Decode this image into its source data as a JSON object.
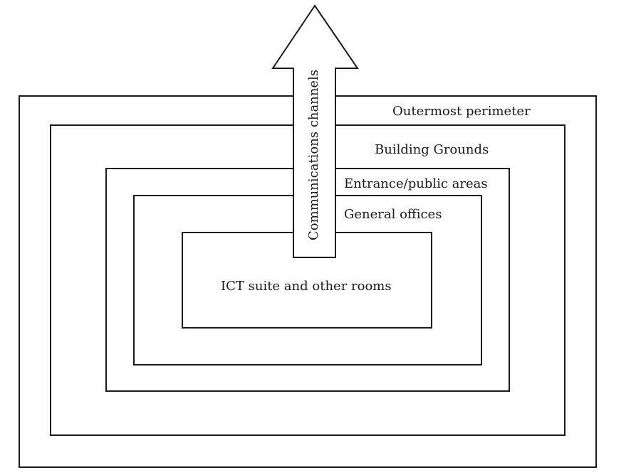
{
  "diagram": {
    "layers": [
      {
        "id": "outermost",
        "label": "Outermost perimeter"
      },
      {
        "id": "grounds",
        "label": "Building Grounds"
      },
      {
        "id": "entrance",
        "label": "Entrance/public areas"
      },
      {
        "id": "offices",
        "label": "General offices"
      },
      {
        "id": "ict",
        "label": "ICT suite and other rooms"
      }
    ],
    "arrow": {
      "label": "Communications channels"
    },
    "colors": {
      "stroke": "#1a1a1a",
      "background": "#ffffff"
    }
  }
}
